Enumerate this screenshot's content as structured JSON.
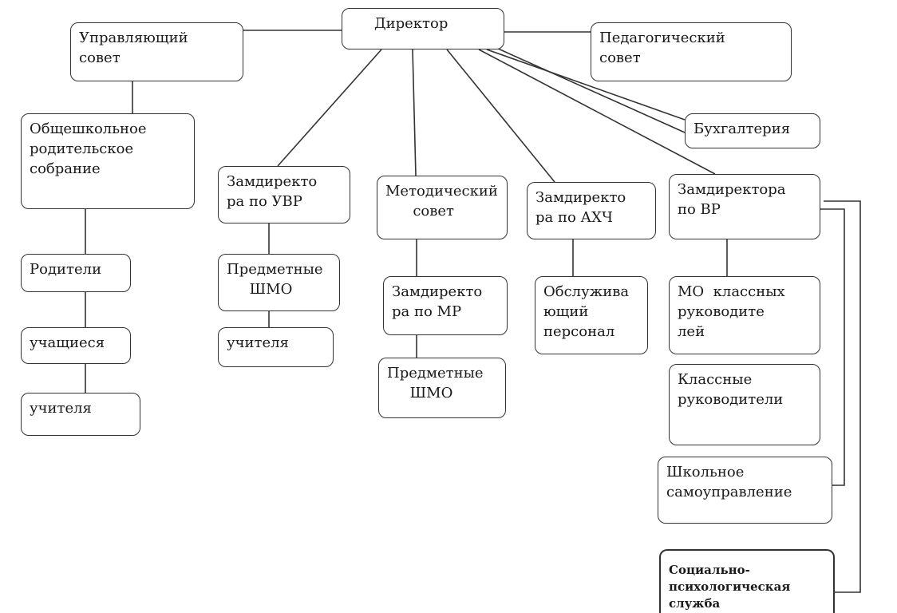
{
  "nodes": {
    "director": "Директор",
    "governing_council": "Управляющий\nсовет",
    "pedagogical_council": "Педагогический\nсовет",
    "accounting": "Бухгалтерия",
    "parent_meeting": "Общешкольное\nродительское\nсобрание",
    "parents": "Родители",
    "students": "учащиеся",
    "teachers_left": "учителя",
    "deputy_uvr": "Замдиректо\nра по УВР",
    "subject_shmo_1": "Предметные\n     ШМО",
    "teachers_uvr": "учителя",
    "methodical_council": "Методический\n      совет",
    "deputy_mr": "Замдиректо\nра по МР",
    "subject_shmo_2": "Предметные\n     ШМО",
    "deputy_ahch": "Замдиректо\nра по АХЧ",
    "service_staff": "Обслужива\nющий\nперсонал",
    "deputy_vr": "Замдиректора\nпо ВР",
    "mo_class_leaders": "МО  классных\nруководите\nлей",
    "class_leaders": "Классные\nруководители",
    "school_self_government": "Школьное\nсамоуправление",
    "social_psych_service": "Социально-\nпсихологическая\nслужба"
  }
}
